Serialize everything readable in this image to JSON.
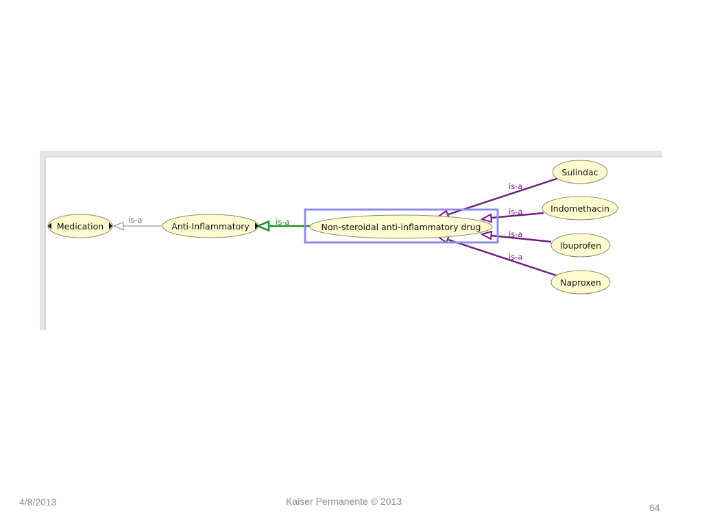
{
  "diagram": {
    "nodes": {
      "medication": "Medication",
      "anti_inflammatory": "Anti-Inflammatory",
      "nsaid": "Non-steroidal anti-inflammatory drug",
      "sulindac": "Sulindac",
      "indomethacin": "Indomethacin",
      "ibuprofen": "Ibuprofen",
      "naproxen": "Naproxen"
    },
    "edges": {
      "ai_to_medication": "is-a",
      "nsaid_to_ai": "is-a",
      "sulindac_to_nsaid": "is-a",
      "indomethacin_to_nsaid": "is-a",
      "ibuprofen_to_nsaid": "is-a",
      "naproxen_to_nsaid": "is-a"
    },
    "colors": {
      "node_fill": "#fffbd0",
      "node_stroke": "#8a8a6a",
      "edge_gray": "#7a7a7a",
      "edge_green": "#1e8c1e",
      "edge_purple": "#6e1a7e",
      "selection_box": "#8c8ce6",
      "panel_border": "#c8c8c8"
    }
  },
  "footer": {
    "date": "4/8/2013",
    "organization": "Kaiser Permanente © 2013",
    "page_number": "64"
  }
}
